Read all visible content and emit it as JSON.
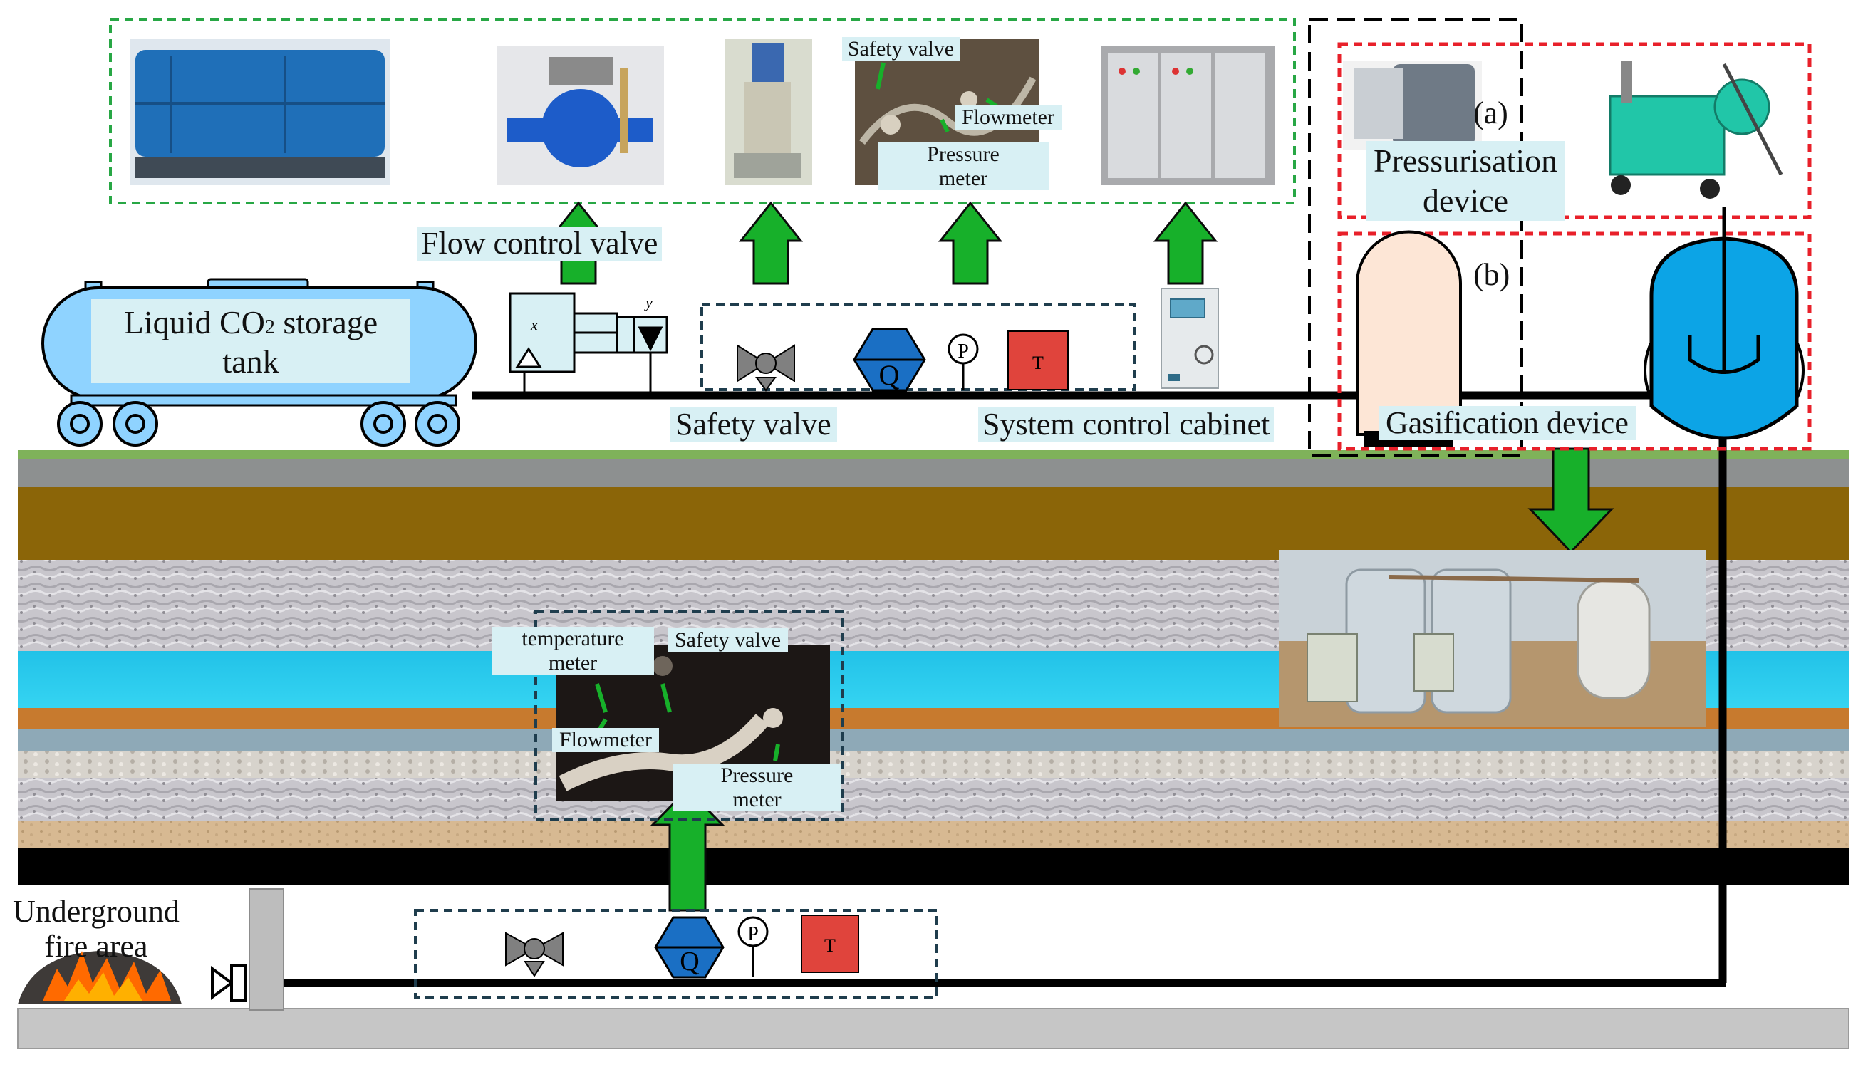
{
  "labels": {
    "flow_control_valve": "Flow control valve",
    "safety_valve": "Safety valve",
    "system_control_cabinet": "System control cabinet",
    "gasification_device": "Gasification device",
    "pressurisation_line1": "Pressurisation",
    "pressurisation_line2": "device",
    "tag_a": "(a)",
    "tag_b": "(b)",
    "tank_line1": "Liquid CO",
    "tank_sub": "2",
    "tank_line1b": " storage",
    "tank_line2": "tank",
    "underground_line1": "Underground",
    "underground_line2": "fire area",
    "photo_safety_valve": "Safety valve",
    "photo_flowmeter": "Flowmeter",
    "photo_pressure_line1": "Pressure",
    "photo_pressure_line2": "meter",
    "ug_temperature_line1": "temperature",
    "ug_temperature_line2": "meter",
    "ug_safety_valve": "Safety valve",
    "ug_flowmeter": "Flowmeter",
    "ug_pressure_line1": "Pressure",
    "ug_pressure_line2": "meter",
    "valve_x": "x",
    "valve_y": "y",
    "flow_symbol": "Q",
    "pressure_symbol": "P",
    "temp_symbol": "T",
    "ug_flow_symbol": "Q",
    "ug_pressure_symbol": "P",
    "ug_temp_symbol": "T"
  },
  "colors": {
    "tank_fill": "#8fd3ff",
    "arrow_green": "#17b02a",
    "green_dash": "#28a745",
    "red_dash": "#e8202a",
    "pipe": "#000000",
    "temp_sensor": "#e0443c",
    "flow_sensor": "#1a6fc4",
    "label_bg": "#d8f0f4"
  }
}
